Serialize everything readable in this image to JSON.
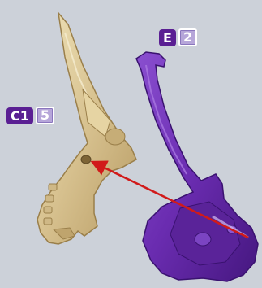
{
  "parts": {
    "e": {
      "id": "E",
      "quantity": "2",
      "color": "#6a2cb0"
    },
    "c1": {
      "id": "C1",
      "quantity": "5",
      "color": "#d6c08f"
    }
  },
  "arrow": {
    "color": "#d11a1a",
    "from": "part-e-socket",
    "to": "part-c1-hole"
  },
  "colors": {
    "background": "#ccd1d9",
    "badge_id_bg": "#5a1f93",
    "badge_qty_bg": "#b6a6d9"
  }
}
